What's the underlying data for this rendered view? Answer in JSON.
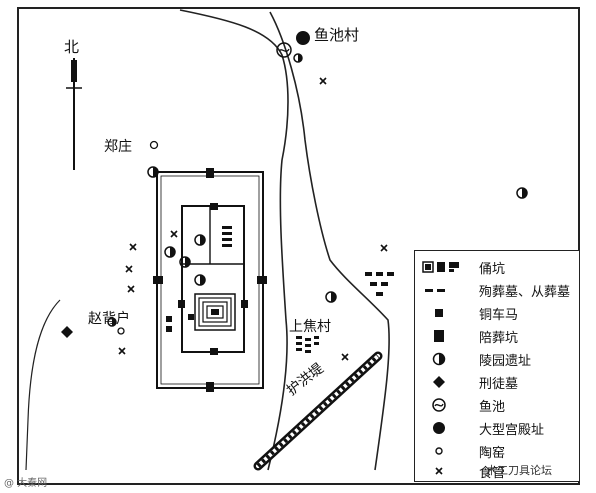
{
  "map": {
    "north_label": "北",
    "places": {
      "yuchi_village": "鱼池村",
      "zhengzhuang": "郑庄",
      "zhaobeihu": "赵背户",
      "shangjiao_village": "上焦村",
      "embankment": "护洪堤"
    }
  },
  "legend": {
    "items": [
      {
        "key": "pit",
        "label": "俑坑"
      },
      {
        "key": "burial",
        "label": "殉葬墓、从葬墓"
      },
      {
        "key": "chariot",
        "label": "铜车马"
      },
      {
        "key": "accompany_pit",
        "label": "陪葬坑"
      },
      {
        "key": "ruins",
        "label": "陵园遗址"
      },
      {
        "key": "convict",
        "label": "刑徒墓"
      },
      {
        "key": "pond",
        "label": "鱼池"
      },
      {
        "key": "palace",
        "label": "大型宫殿址"
      },
      {
        "key": "kiln",
        "label": "陶窑"
      },
      {
        "key": "food_store",
        "label": "食管"
      }
    ]
  },
  "watermarks": {
    "left": "@ 大秦网",
    "right": "木工刀具论坛"
  }
}
